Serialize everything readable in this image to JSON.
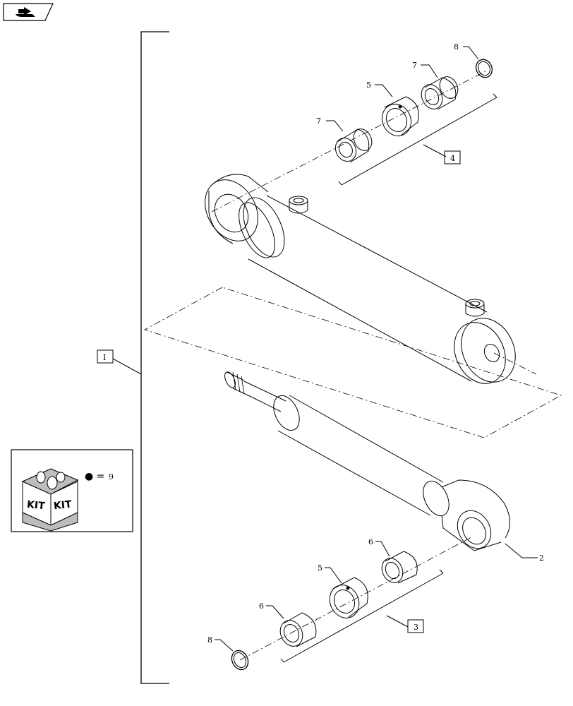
{
  "nav": {
    "icon": "back-arrow-icon"
  },
  "callouts": {
    "c7a": "7",
    "c5a": "5",
    "c7b": "7",
    "c8a": "8",
    "c4": "4",
    "c1": "I",
    "c2": "2",
    "c6a": "6",
    "c5b": "5",
    "c6b": "6",
    "c8b": "8",
    "c3": "3"
  },
  "kit": {
    "box_text_1": "KIT",
    "box_text_2": "KIT",
    "symbol": "● =",
    "number": "9"
  },
  "colors": {
    "line": "#000000",
    "background": "#ffffff"
  }
}
